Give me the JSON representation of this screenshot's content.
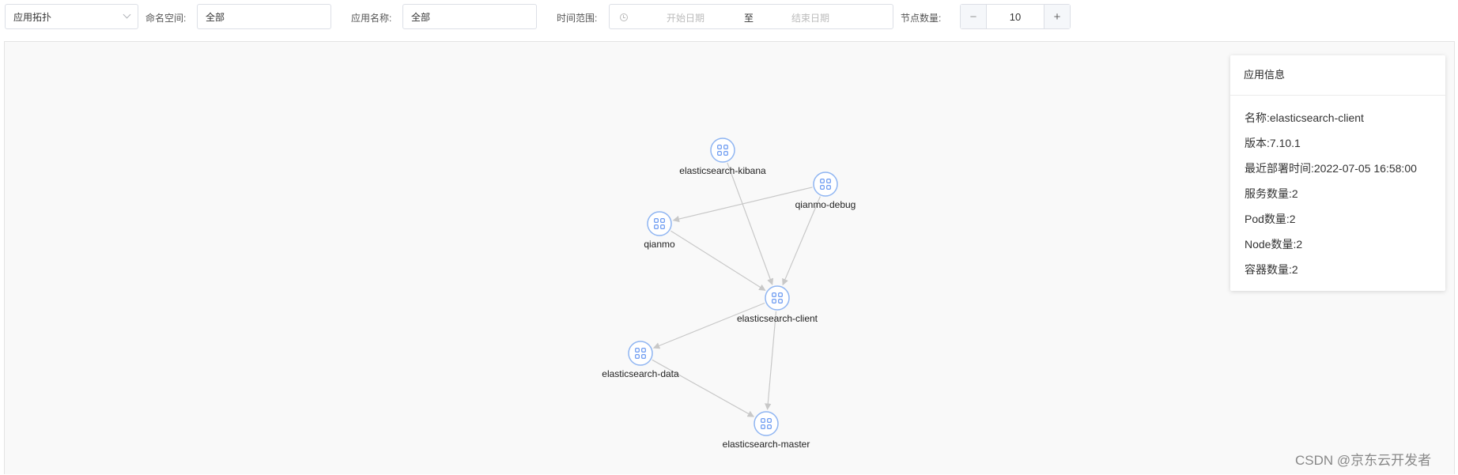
{
  "toolbar": {
    "view_select": "应用拓扑",
    "namespace_label": "命名空间:",
    "namespace_value": "全部",
    "app_name_label": "应用名称:",
    "app_name_value": "全部",
    "time_range_label": "时间范围:",
    "start_placeholder": "开始日期",
    "range_separator": "至",
    "end_placeholder": "结束日期",
    "node_count_label": "节点数量:",
    "node_count_value": 10,
    "minus": "−",
    "plus": "+"
  },
  "graph": {
    "nodes": [
      {
        "id": "kibana",
        "label": "elasticsearch-kibana"
      },
      {
        "id": "debug",
        "label": "qianmo-debug"
      },
      {
        "id": "qianmo",
        "label": "qianmo"
      },
      {
        "id": "client",
        "label": "elasticsearch-client"
      },
      {
        "id": "data",
        "label": "elasticsearch-data"
      },
      {
        "id": "master",
        "label": "elasticsearch-master"
      }
    ],
    "edges": [
      {
        "from": "debug",
        "to": "qianmo"
      },
      {
        "from": "kibana",
        "to": "client"
      },
      {
        "from": "qianmo",
        "to": "client"
      },
      {
        "from": "debug",
        "to": "client"
      },
      {
        "from": "client",
        "to": "data"
      },
      {
        "from": "client",
        "to": "master"
      },
      {
        "from": "data",
        "to": "master"
      }
    ],
    "colors": {
      "node_stroke": "#8fb5f2",
      "node_icon": "#5b8ff0",
      "edge": "#c8c8c8"
    }
  },
  "panel": {
    "title": "应用信息",
    "rows": [
      "名称:elasticsearch-client",
      "版本:7.10.1",
      "最近部署时间:2022-07-05 16:58:00",
      "服务数量:2",
      "Pod数量:2",
      "Node数量:2",
      "容器数量:2"
    ]
  },
  "watermark": "CSDN @京东云开发者"
}
